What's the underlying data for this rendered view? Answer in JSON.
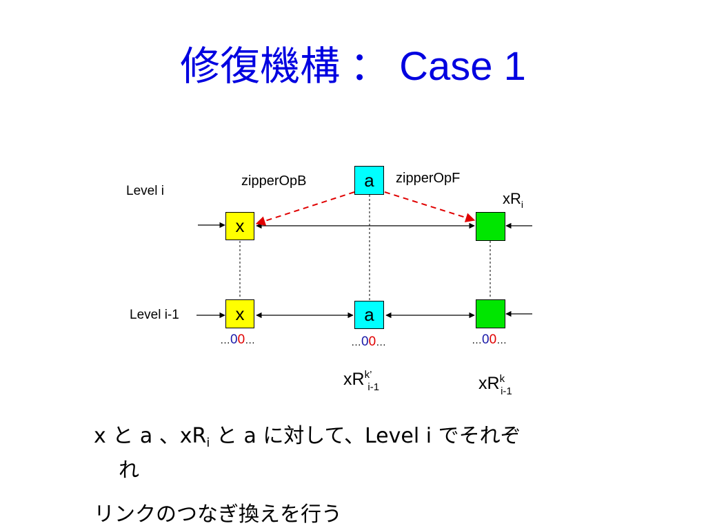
{
  "title": {
    "main": "修復機構",
    "separator": "：",
    "case": "Case 1"
  },
  "labels": {
    "level_i": "Level i",
    "level_i1": "Level i-1",
    "zipper_b": "zipperOpB",
    "zipper_f": "zipperOpF"
  },
  "nodes": {
    "a_top": "a",
    "x_top": "x",
    "x_bottom": "x",
    "a_bottom": "a",
    "green_top": "",
    "green_bottom": ""
  },
  "dots": {
    "left": "…",
    "blue": "0",
    "red": "0",
    "right": "…"
  },
  "xr_top": {
    "base": "xR",
    "sub": "i"
  },
  "xr_mid": {
    "base": "xR",
    "sup": "k’",
    "sub": "i-1"
  },
  "xr_right": {
    "base": "xR",
    "sup": "k",
    "sub": "i-1"
  },
  "bullet": {
    "line1_a": "x と a 、xR",
    "line1_sub": "i",
    "line1_b": " と a に対して、Level i でそれぞ",
    "line2": "れ",
    "line3": "リンクのつなぎ換えを行う"
  },
  "colors": {
    "title": "#0000e0",
    "yellow_node": "#ffff00",
    "cyan_node": "#00ffff",
    "green_node": "#00e600",
    "dashed_red": "#e00000",
    "dots_blue": "#1a1aa8",
    "dots_red": "#e00000"
  }
}
